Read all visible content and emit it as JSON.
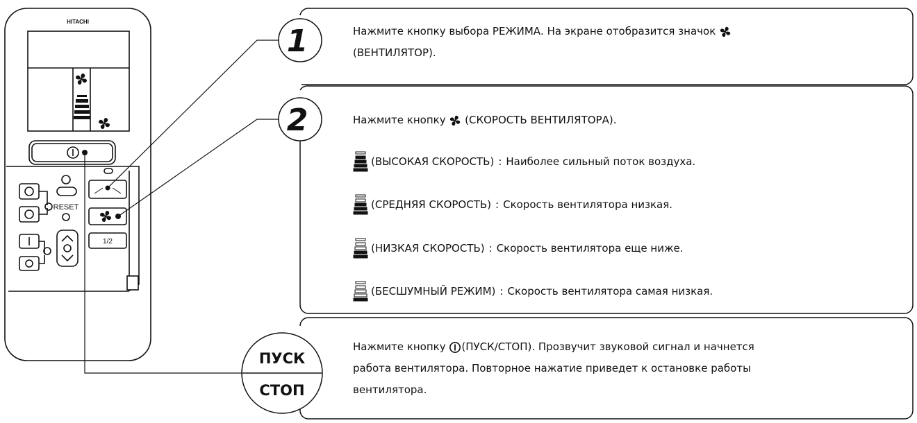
{
  "remote": {
    "brand": "HITACHI",
    "reset_label": "RESET",
    "timer_label": "1/2"
  },
  "steps": [
    {
      "number": "1",
      "text_a": "Нажмите кнопку выбора РЕЖИМА. На экране отобразится значок ",
      "text_b": "(ВЕНТИЛЯТОР)."
    },
    {
      "number": "2",
      "text_a": "Нажмите кнопку ",
      "text_b": " (СКОРОСТЬ ВЕНТИЛЯТОРА)."
    }
  ],
  "fan_speeds": [
    {
      "name": "(ВЫСОКАЯ СКОРОСТЬ)",
      "desc": "Наиболее сильный поток воздуха.",
      "level": 4
    },
    {
      "name": "(СРЕДНЯЯ СКОРОСТЬ)",
      "desc": "Скорость вентилятора низкая.",
      "level": 3
    },
    {
      "name": "(НИЗКАЯ СКОРОСТЬ)",
      "desc": "Скорость вентилятора еще ниже.",
      "level": 2
    },
    {
      "name": "(БЕСШУМНЫЙ РЕЖИМ)",
      "desc": "Скорость вентилятора самая низкая.",
      "level": 1
    }
  ],
  "separator": ":",
  "start_stop": {
    "top": "ПУСК",
    "bottom": "СТОП",
    "line1_a": "Нажмите кнопку ",
    "line1_b": "(ПУСК/СТОП). Прозвучит звуковой сигнал и начнется",
    "line2": "работа вентилятора. Повторное нажатие приведет к остановке работы",
    "line3": "вентилятора."
  },
  "icons": {
    "fan": "fan-icon",
    "power": "power-icon",
    "speed": "fan-speed-bars-icon"
  }
}
